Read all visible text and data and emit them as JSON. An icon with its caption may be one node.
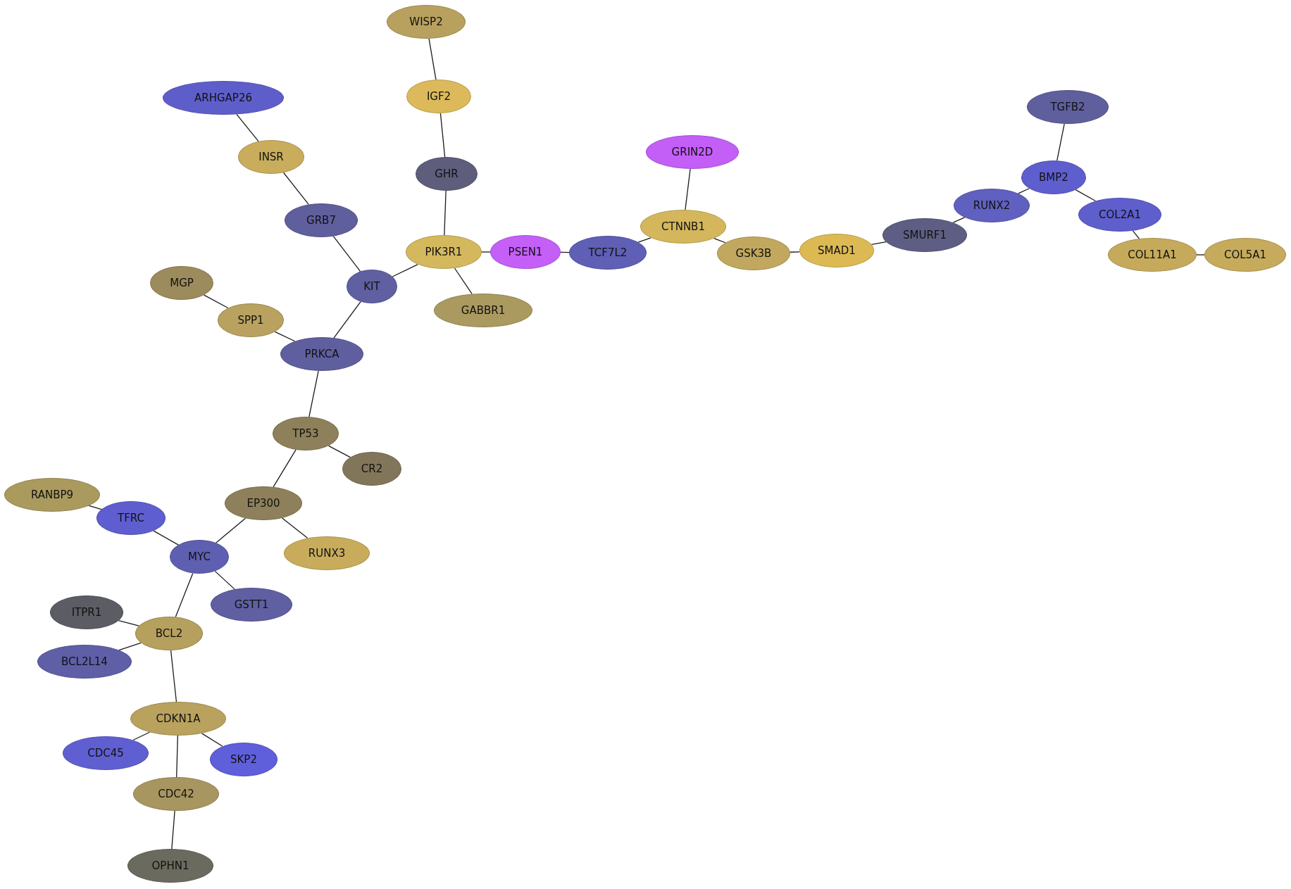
{
  "diagram": {
    "nodes": [
      {
        "text": [
          "WISP2"
        ]
      },
      {
        "text": [
          "IGF2"
        ]
      },
      {
        "text": [
          "ARHGAP26"
        ]
      },
      {
        "text": [
          "TGFB2"
        ]
      },
      {
        "text": [
          "GRIN2D"
        ]
      },
      {
        "text": [
          "INSR"
        ]
      },
      {
        "text": [
          "GHR"
        ]
      },
      {
        "text": [
          "BMP2"
        ]
      },
      {
        "text": [
          "RUNX2"
        ]
      },
      {
        "text": [
          "COL2A1"
        ]
      },
      {
        "text": [
          "GRB7"
        ]
      },
      {
        "text": [
          "CTNNB1"
        ]
      },
      {
        "text": [
          "SMURF1"
        ]
      },
      {
        "text": [
          "SMAD1"
        ]
      },
      {
        "text": [
          "PIK3R1"
        ]
      },
      {
        "text": [
          "PSEN1"
        ]
      },
      {
        "text": [
          "TCF7L2"
        ]
      },
      {
        "text": [
          "GSK3B"
        ]
      },
      {
        "text": [
          "COL11A1"
        ]
      },
      {
        "text": [
          "COL5A1"
        ]
      },
      {
        "text": [
          "MGP"
        ]
      },
      {
        "text": [
          "KIT"
        ]
      },
      {
        "text": [
          "GABBR1"
        ]
      },
      {
        "text": [
          "SPP1"
        ]
      },
      {
        "text": [
          "PRKCA"
        ]
      },
      {
        "text": [
          "TP53"
        ]
      },
      {
        "text": [
          "CR2"
        ]
      },
      {
        "text": [
          "RANBP9"
        ]
      },
      {
        "text": [
          "EP300"
        ]
      },
      {
        "text": [
          "TFRC"
        ]
      },
      {
        "text": [
          "RUNX3"
        ]
      },
      {
        "text": [
          "MYC"
        ]
      },
      {
        "text": [
          "GSTT1"
        ]
      },
      {
        "text": [
          "ITPR1"
        ]
      },
      {
        "text": [
          "BCL2"
        ]
      },
      {
        "text": [
          "BCL2L14"
        ]
      },
      {
        "text": [
          "CDKN1A"
        ]
      },
      {
        "text": [
          "CDC45"
        ]
      },
      {
        "text": [
          "SKP2"
        ]
      },
      {
        "text": [
          "CDC42"
        ]
      },
      {
        "text": [
          "OPHN1"
        ]
      }
    ],
    "edges": [
      {
        "from": 0,
        "to": 1,
        "arrow": "none"
      },
      {
        "from": 1,
        "to": 6,
        "arrow": "none"
      },
      {
        "from": 6,
        "to": 14,
        "arrow": "none"
      },
      {
        "from": 2,
        "to": 5,
        "arrow": "none"
      },
      {
        "from": 5,
        "to": 10,
        "arrow": "none"
      },
      {
        "from": 10,
        "to": 21,
        "arrow": "none"
      },
      {
        "from": 21,
        "to": 14,
        "arrow": "none"
      },
      {
        "from": 21,
        "to": 24,
        "arrow": "none"
      },
      {
        "from": 14,
        "to": 22,
        "arrow": "none"
      },
      {
        "from": 14,
        "to": 15,
        "arrow": "none"
      },
      {
        "from": 15,
        "to": 16,
        "arrow": "none"
      },
      {
        "from": 16,
        "to": 11,
        "arrow": "none"
      },
      {
        "from": 4,
        "to": 11,
        "arrow": "none"
      },
      {
        "from": 11,
        "to": 17,
        "arrow": "none"
      },
      {
        "from": 17,
        "to": 13,
        "arrow": "none"
      },
      {
        "from": 13,
        "to": 12,
        "arrow": "none"
      },
      {
        "from": 12,
        "to": 8,
        "arrow": "none"
      },
      {
        "from": 8,
        "to": 7,
        "arrow": "none"
      },
      {
        "from": 7,
        "to": 3,
        "arrow": "none"
      },
      {
        "from": 7,
        "to": 9,
        "arrow": "none"
      },
      {
        "from": 9,
        "to": 18,
        "arrow": "none"
      },
      {
        "from": 18,
        "to": 19,
        "arrow": "none"
      },
      {
        "from": 20,
        "to": 23,
        "arrow": "none"
      },
      {
        "from": 23,
        "to": 24,
        "arrow": "none"
      },
      {
        "from": 24,
        "to": 25,
        "arrow": "none"
      },
      {
        "from": 25,
        "to": 26,
        "arrow": "none"
      },
      {
        "from": 25,
        "to": 28,
        "arrow": "none"
      },
      {
        "from": 28,
        "to": 31,
        "arrow": "none"
      },
      {
        "from": 28,
        "to": 30,
        "arrow": "none"
      },
      {
        "from": 27,
        "to": 29,
        "arrow": "none"
      },
      {
        "from": 29,
        "to": 31,
        "arrow": "none"
      },
      {
        "from": 31,
        "to": 32,
        "arrow": "none"
      },
      {
        "from": 31,
        "to": 34,
        "arrow": "none"
      },
      {
        "from": 33,
        "to": 34,
        "arrow": "none"
      },
      {
        "from": 35,
        "to": 34,
        "arrow": "none"
      },
      {
        "from": 34,
        "to": 36,
        "arrow": "none"
      },
      {
        "from": 36,
        "to": 37,
        "arrow": "none"
      },
      {
        "from": 36,
        "to": 38,
        "arrow": "none"
      },
      {
        "from": 36,
        "to": 39,
        "arrow": "none"
      },
      {
        "from": 39,
        "to": 40,
        "arrow": "none"
      }
    ]
  }
}
